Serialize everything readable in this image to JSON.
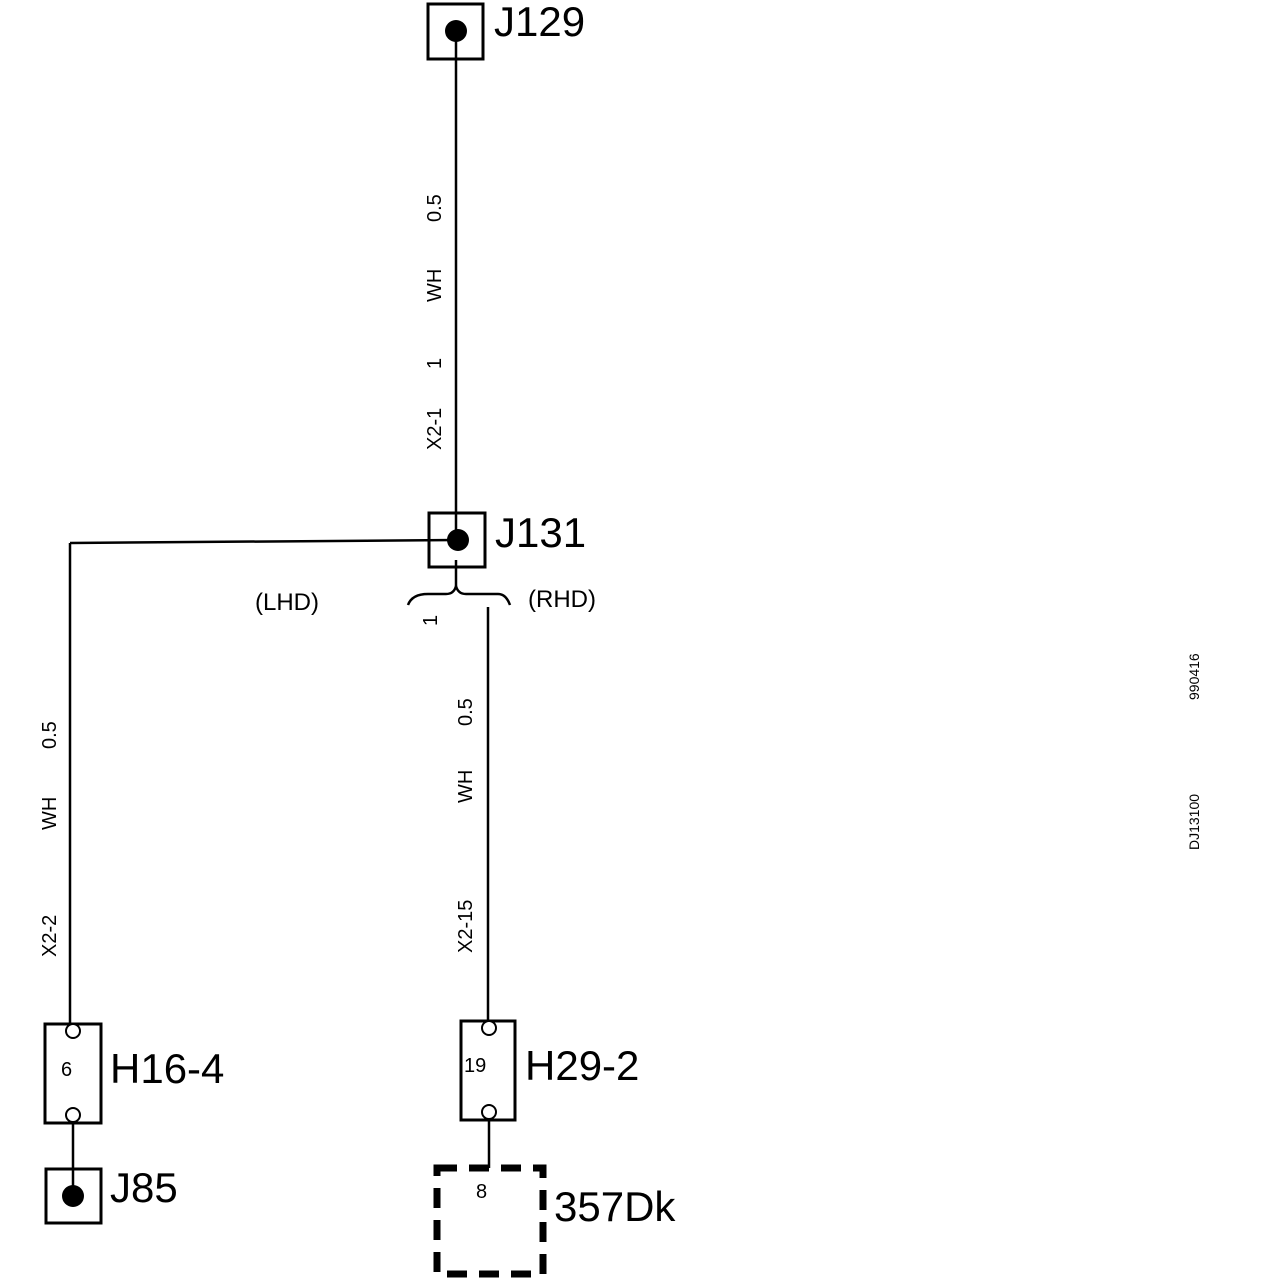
{
  "connectors": {
    "j129": "J129",
    "j131": "J131",
    "h16_4": "H16-4",
    "h29_2": "H29-2",
    "j85": "J85",
    "c357dk": "357Dk"
  },
  "pins": {
    "h16_4": "6",
    "h29_2": "19",
    "c357dk": "8"
  },
  "variants": {
    "lhd": "(LHD)",
    "rhd": "(RHD)"
  },
  "wires": {
    "top": {
      "id": "X2-1",
      "num": "1",
      "color": "WH",
      "size": "0.5"
    },
    "left": {
      "id": "X2-2",
      "color": "WH",
      "size": "0.5"
    },
    "right": {
      "id": "X2-15",
      "color": "WH",
      "size": "0.5"
    },
    "branch_mark": "1"
  },
  "diagram_code": "DJ13100",
  "date_code": "990416"
}
